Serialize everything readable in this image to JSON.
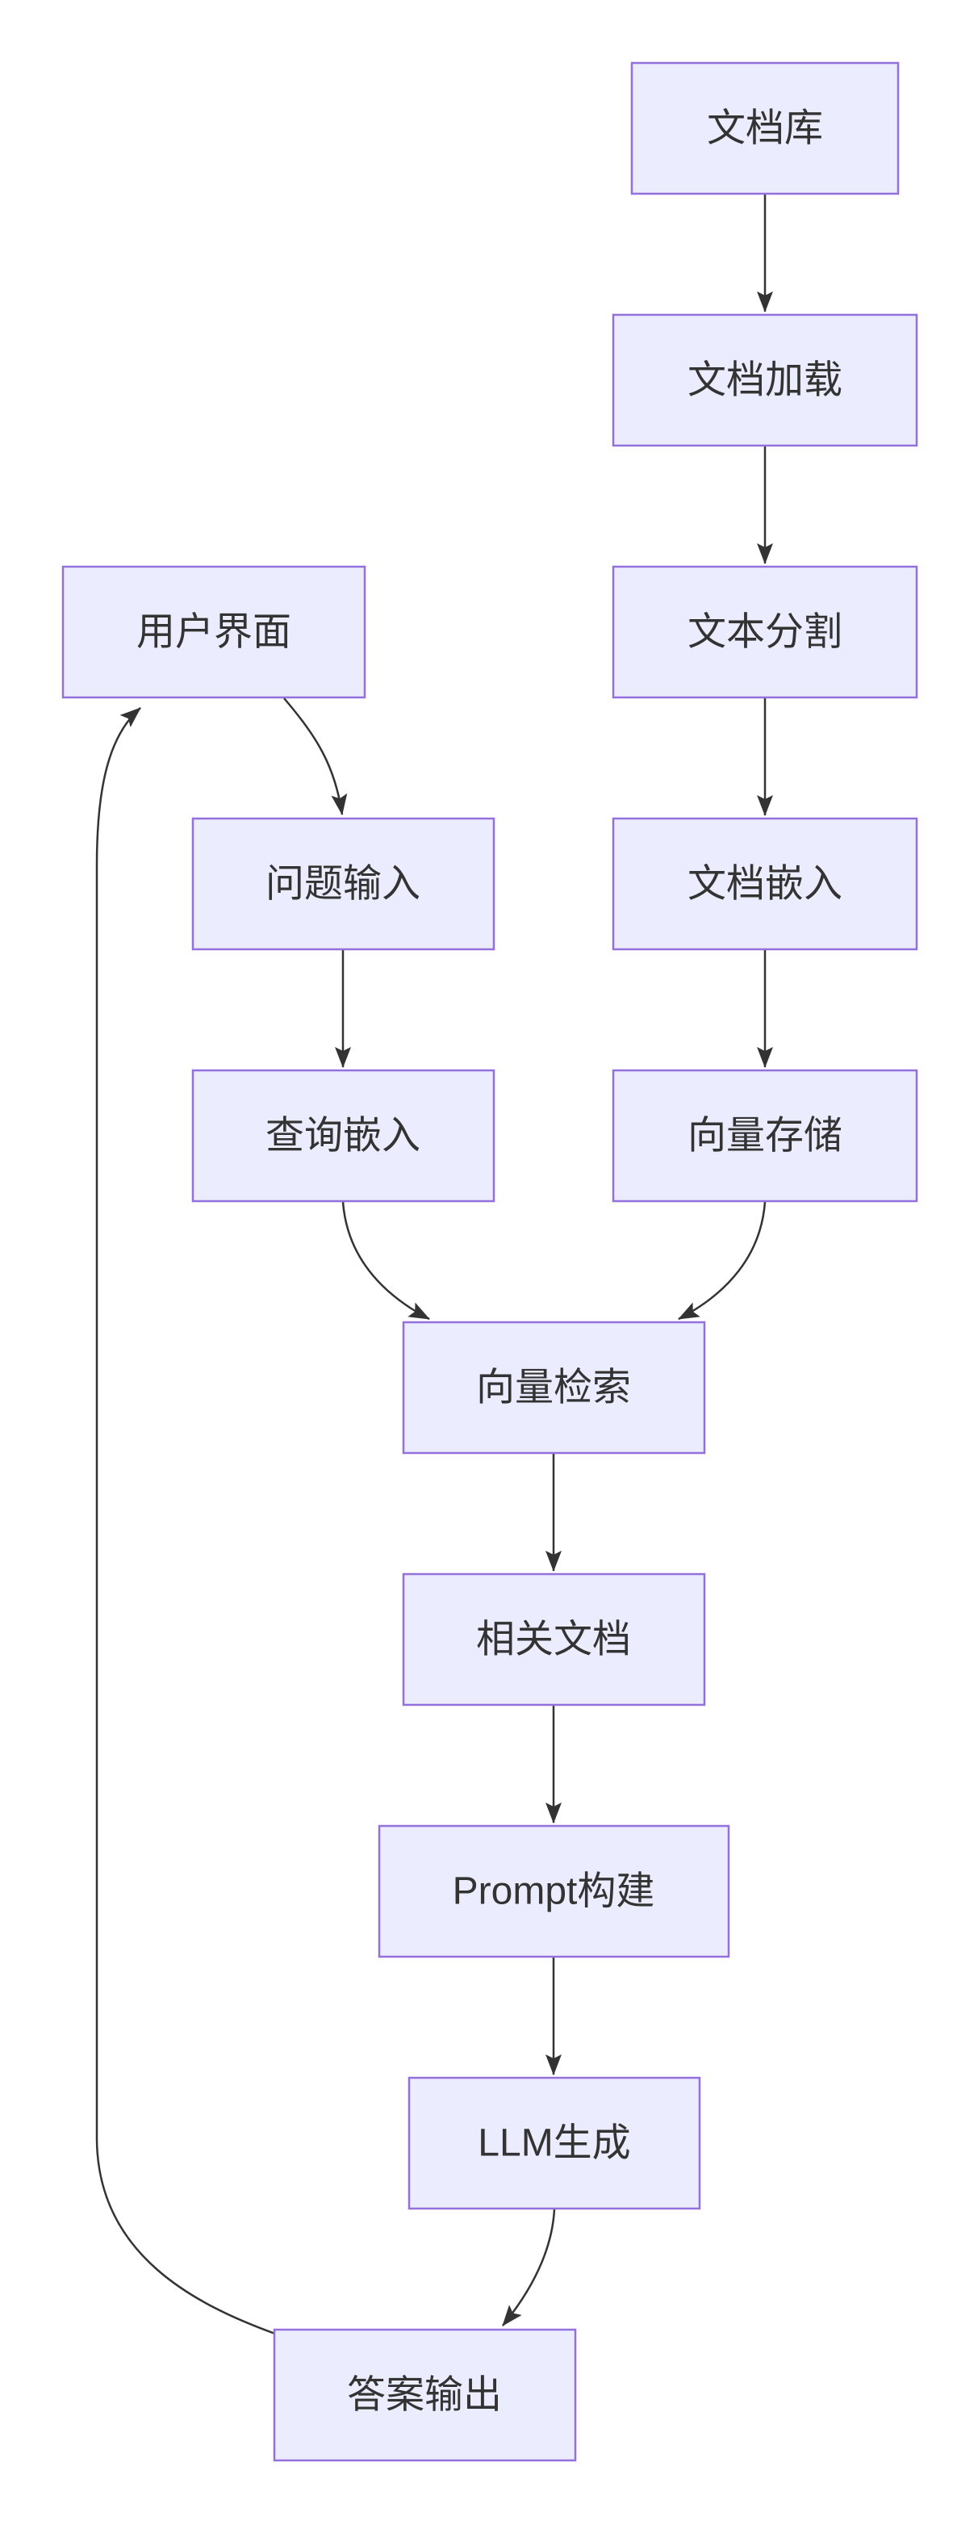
{
  "diagram": {
    "type": "flowchart",
    "direction": "top-down",
    "nodes": [
      {
        "label": "文档库"
      },
      {
        "label": "文档加载"
      },
      {
        "label": "文本分割"
      },
      {
        "label": "文档嵌入"
      },
      {
        "label": "向量存储"
      },
      {
        "label": "用户界面"
      },
      {
        "label": "问题输入"
      },
      {
        "label": "查询嵌入"
      },
      {
        "label": "向量检索"
      },
      {
        "label": "相关文档"
      },
      {
        "label": "Prompt构建"
      },
      {
        "label": "LLM生成"
      },
      {
        "label": "答案输出"
      }
    ],
    "edges": [
      {
        "from": "文档库",
        "to": "文档加载"
      },
      {
        "from": "文档加载",
        "to": "文本分割"
      },
      {
        "from": "文本分割",
        "to": "文档嵌入"
      },
      {
        "from": "文档嵌入",
        "to": "向量存储"
      },
      {
        "from": "向量存储",
        "to": "向量检索"
      },
      {
        "from": "用户界面",
        "to": "问题输入"
      },
      {
        "from": "问题输入",
        "to": "查询嵌入"
      },
      {
        "from": "查询嵌入",
        "to": "向量检索"
      },
      {
        "from": "向量检索",
        "to": "相关文档"
      },
      {
        "from": "相关文档",
        "to": "Prompt构建"
      },
      {
        "from": "Prompt构建",
        "to": "LLM生成"
      },
      {
        "from": "LLM生成",
        "to": "答案输出"
      },
      {
        "from": "答案输出",
        "to": "用户界面"
      }
    ],
    "colors": {
      "node_fill": "#ECECFF",
      "node_border": "#9370DB",
      "edge": "#333333",
      "text": "#333333",
      "background": "#FFFFFF"
    }
  }
}
